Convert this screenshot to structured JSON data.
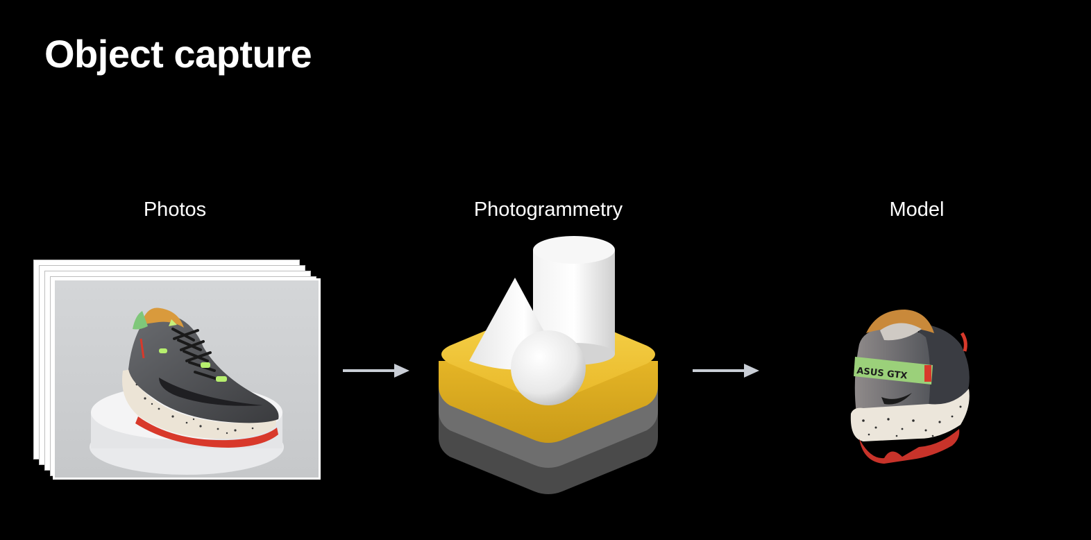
{
  "slide": {
    "title": "Object capture"
  },
  "stages": [
    {
      "label": "Photos",
      "icon": "photo-stack-icon"
    },
    {
      "label": "Photogrammetry",
      "icon": "photogrammetry-icon"
    },
    {
      "label": "Model",
      "icon": "shoe-model-icon"
    }
  ],
  "model": {
    "heel_text": "ASUS GTX"
  },
  "colors": {
    "background": "#000000",
    "text": "#ffffff",
    "arrow": "#c9ced6",
    "accent_yellow": "#f2c738",
    "layer_gray_1": "#6e6e6e",
    "layer_gray_2": "#4a4a4a"
  }
}
